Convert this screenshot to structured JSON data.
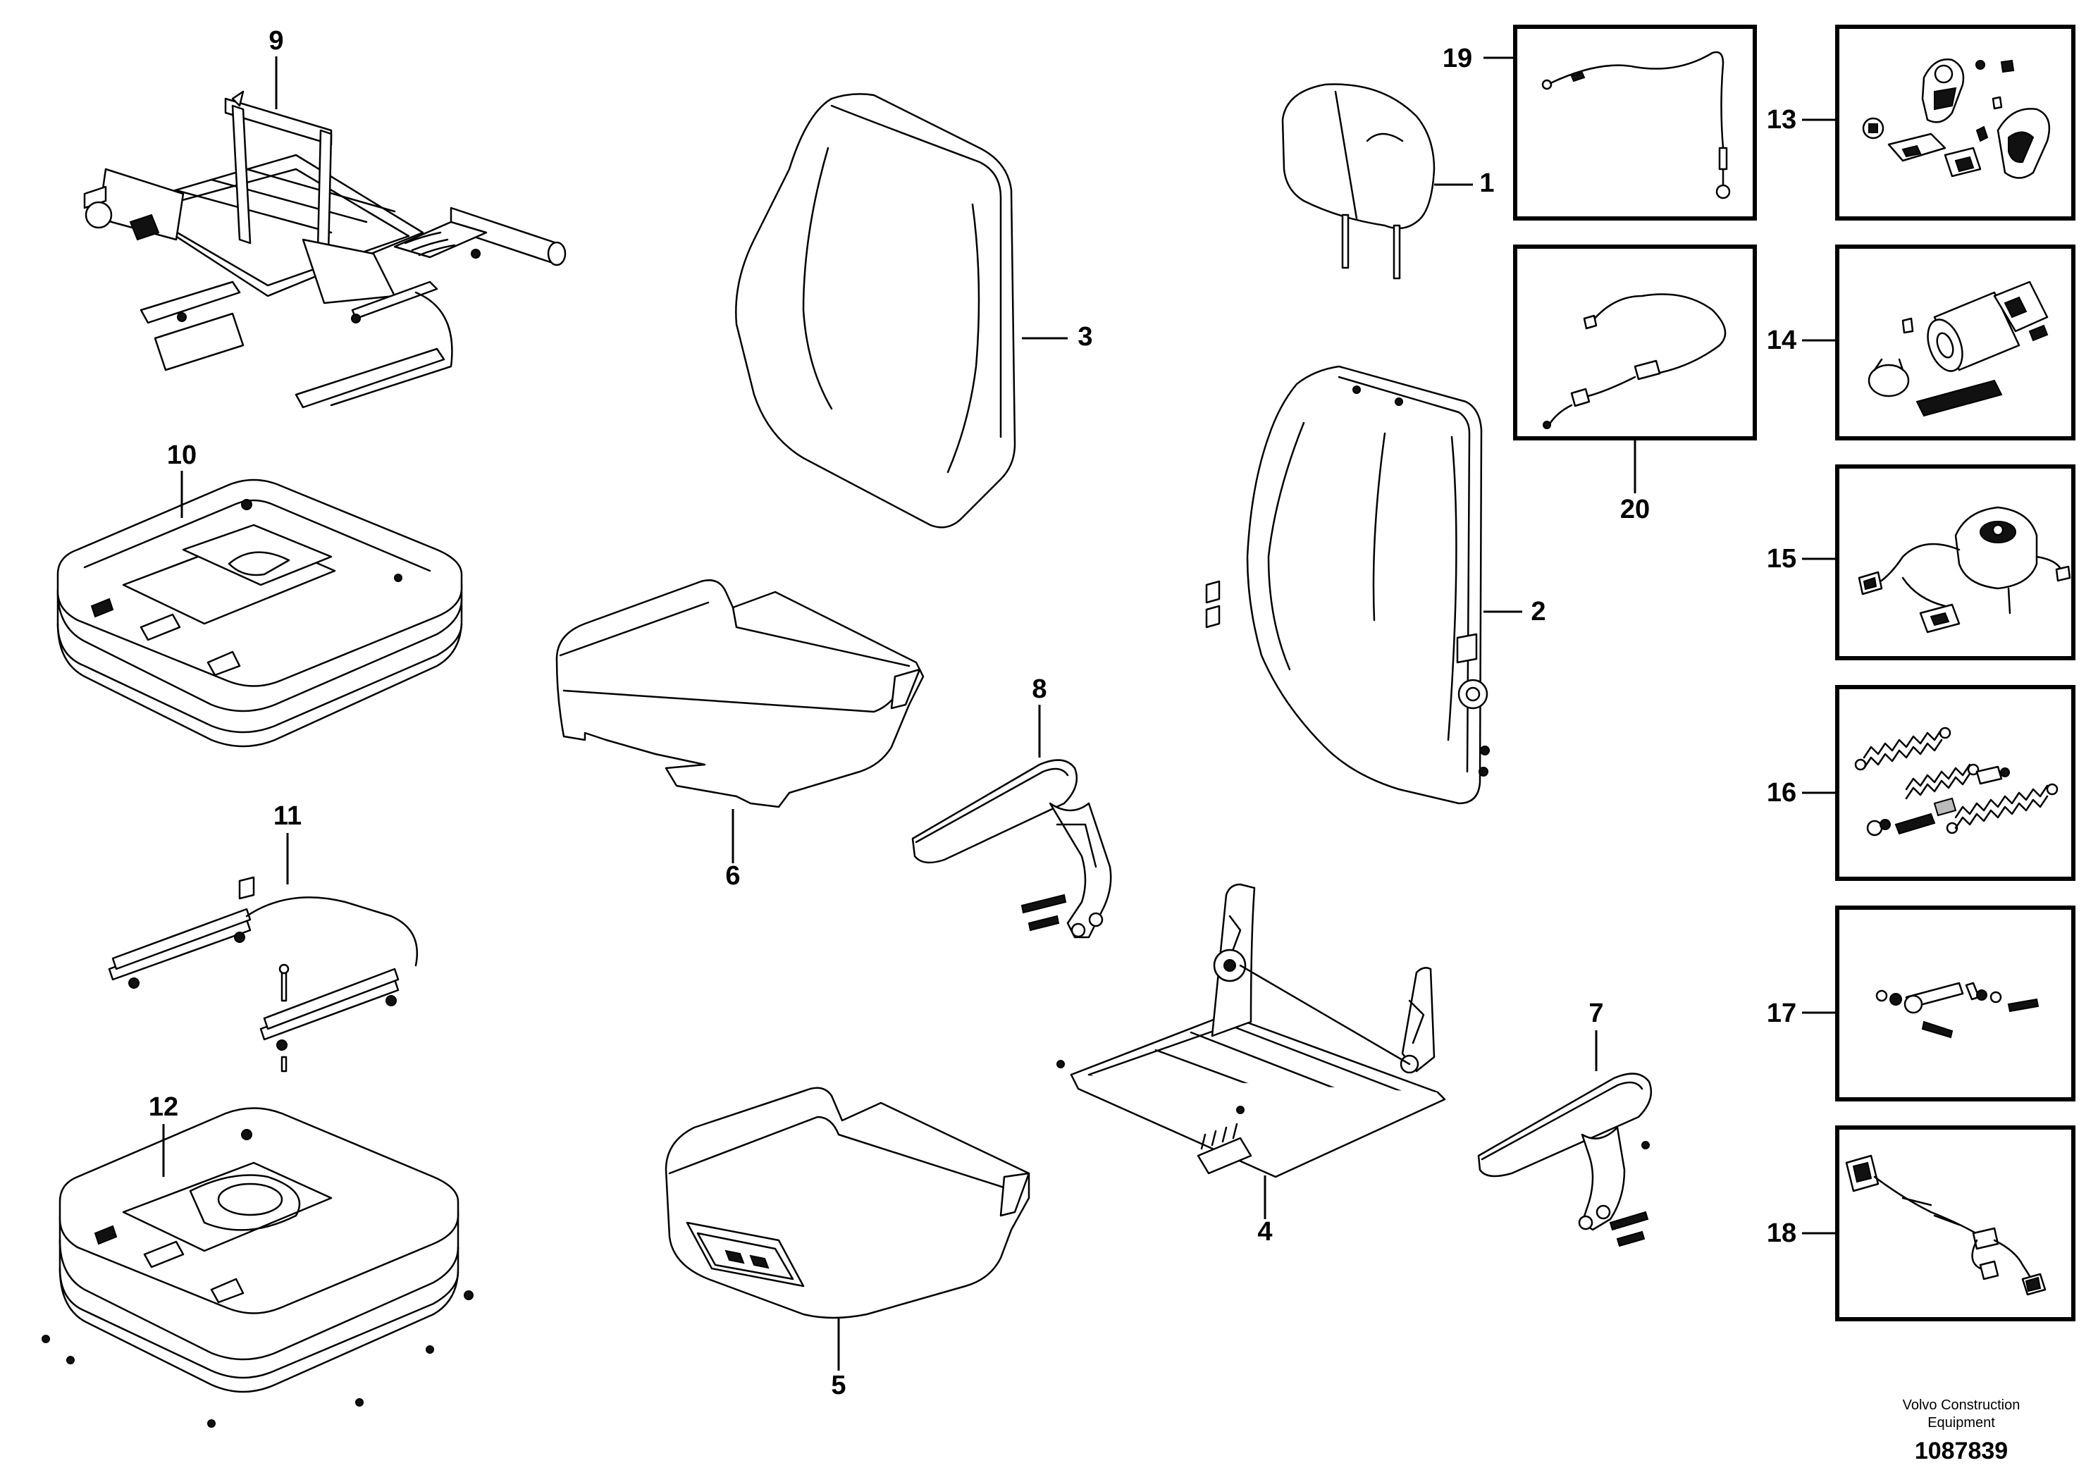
{
  "callouts": {
    "c1": "1",
    "c2": "2",
    "c3": "3",
    "c4": "4",
    "c5": "5",
    "c6": "6",
    "c7": "7",
    "c8": "8",
    "c9": "9",
    "c10": "10",
    "c11": "11",
    "c12": "12",
    "c13": "13",
    "c14": "14",
    "c15": "15",
    "c16": "16",
    "c17": "17",
    "c18": "18",
    "c19": "19",
    "c20": "20"
  },
  "footer": {
    "company_line1": "Volvo Construction",
    "company_line2": "Equipment",
    "drawing_number": "1087839"
  }
}
